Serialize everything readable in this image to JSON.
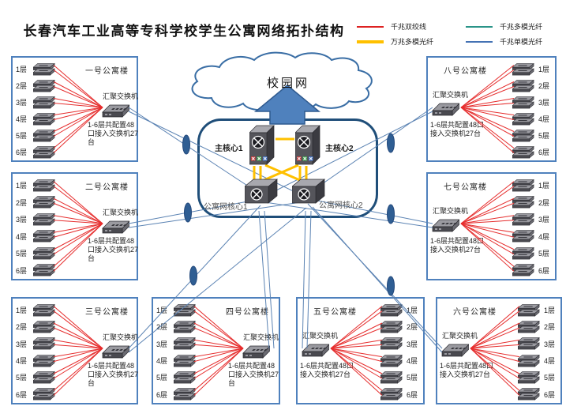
{
  "title": "长春汽车工业高等专科学校学生公寓网络拓扑结构",
  "cloud_label": "校园网",
  "legend": [
    {
      "label": "千兆双绞线",
      "color": "#dd2222",
      "weight": 2
    },
    {
      "label": "千兆多模光纤",
      "color": "#2a9488",
      "weight": 2
    },
    {
      "label": "万兆多模光纤",
      "color": "#ffc000",
      "weight": 4
    },
    {
      "label": "千兆单模光纤",
      "color": "#4472b4",
      "weight": 2
    }
  ],
  "core": {
    "main1_label": "主核心1",
    "main2_label": "主核心2",
    "apt1_label": "公寓网核心1",
    "apt2_label": "公寓网核心2"
  },
  "buildings": [
    {
      "name": "一号公寓楼",
      "agg_label": "汇聚交换机",
      "note": "1-6层共配置48口接入交换机27台",
      "floors": [
        "1层",
        "2层",
        "3层",
        "4层",
        "5层",
        "6层"
      ]
    },
    {
      "name": "二号公寓楼",
      "agg_label": "汇聚交换机",
      "note": "1-6层共配置48口接入交换机27台",
      "floors": [
        "1层",
        "2层",
        "3层",
        "4层",
        "5层",
        "6层"
      ]
    },
    {
      "name": "三号公寓楼",
      "agg_label": "汇聚交换机",
      "note": "1-6层共配置48口接入交换机27台",
      "floors": [
        "1层",
        "2层",
        "3层",
        "4层",
        "5层",
        "6层"
      ]
    },
    {
      "name": "四号公寓楼",
      "agg_label": "汇聚交换机",
      "note": "1-6层共配置48口接入交换机27台",
      "floors": [
        "1层",
        "2层",
        "3层",
        "4层",
        "5层",
        "6层"
      ]
    },
    {
      "name": "五号公寓楼",
      "agg_label": "汇聚交换机",
      "note": "1-6层共配置48口接入交换机27台",
      "floors": [
        "1层",
        "2层",
        "3层",
        "4层",
        "5层",
        "6层"
      ]
    },
    {
      "name": "六号公寓楼",
      "agg_label": "汇聚交换机",
      "note": "1-6层共配置48口接入交换机27台",
      "floors": [
        "1层",
        "2层",
        "3层",
        "4层",
        "5层",
        "6层"
      ]
    },
    {
      "name": "七号公寓楼",
      "agg_label": "汇聚交换机",
      "note": "1-6层共配置48口接入交换机27台",
      "floors": [
        "1层",
        "2层",
        "3层",
        "4层",
        "5层",
        "6层"
      ]
    },
    {
      "name": "八号公寓楼",
      "agg_label": "汇聚交换机",
      "note": "1-6层共配置48口接入交换机27台",
      "floors": [
        "1层",
        "2层",
        "3层",
        "4层",
        "5层",
        "6层"
      ]
    }
  ]
}
